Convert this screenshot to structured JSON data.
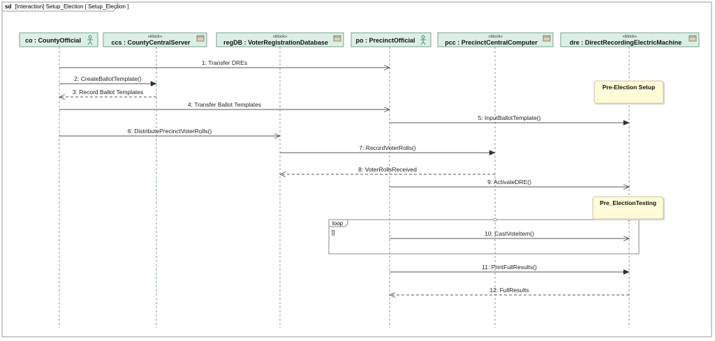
{
  "frame": {
    "keyword": "sd",
    "title": "[Interaction] Setup_Election [ Setup_Election ]"
  },
  "lifelines": [
    {
      "id": "co",
      "label": "co : CountyOfficial",
      "stereotype": "",
      "kind": "actor"
    },
    {
      "id": "ccs",
      "label": "ccs : CountyCentralServer",
      "stereotype": "«block»",
      "kind": "block"
    },
    {
      "id": "regdb",
      "label": "regDB : VoterRegistrationDatabase",
      "stereotype": "«block»",
      "kind": "block"
    },
    {
      "id": "po",
      "label": "po : PrecinctOfficial",
      "stereotype": "",
      "kind": "actor"
    },
    {
      "id": "pcc",
      "label": "pcc : PrecinctCentralComputer",
      "stereotype": "«block»",
      "kind": "block"
    },
    {
      "id": "dre",
      "label": "dre : DirectRecordingElectricMachine",
      "stereotype": "«block»",
      "kind": "block"
    }
  ],
  "messages": [
    {
      "label": "1: Transfer DREs",
      "from": "co",
      "to": "po",
      "kind": "async"
    },
    {
      "label": "2: CreateBallotTemplate()",
      "from": "co",
      "to": "ccs",
      "kind": "sync"
    },
    {
      "label": "3: Record Ballot Templates",
      "from": "ccs",
      "to": "co",
      "kind": "reply"
    },
    {
      "label": "4: Transfer Ballot Templates",
      "from": "co",
      "to": "po",
      "kind": "async"
    },
    {
      "label": "5: InputBallotTemplate()",
      "from": "po",
      "to": "dre",
      "kind": "sync"
    },
    {
      "label": "6: DistributePrecinctVoterRolls()",
      "from": "co",
      "to": "regdb",
      "kind": "async"
    },
    {
      "label": "7: RecordVoterRolls()",
      "from": "regdb",
      "to": "pcc",
      "kind": "sync"
    },
    {
      "label": "8: VoterRollsReceived",
      "from": "pcc",
      "to": "regdb",
      "kind": "reply"
    },
    {
      "label": "9: ActivateDRE()",
      "from": "po",
      "to": "dre",
      "kind": "async"
    },
    {
      "label": "10: CastVoteItem()",
      "from": "po",
      "to": "dre",
      "kind": "async"
    },
    {
      "label": "11: PrintFullResults()",
      "from": "po",
      "to": "dre",
      "kind": "sync"
    },
    {
      "label": "12: FullResults",
      "from": "dre",
      "to": "po",
      "kind": "reply"
    }
  ],
  "states": [
    {
      "label": "Pre-Election Setup",
      "on": "dre"
    },
    {
      "label": "Pre_ElectionTesting",
      "on": "dre"
    }
  ],
  "fragment": {
    "operator": "loop",
    "guard": "[]"
  },
  "colors": {
    "header_fill": "#dcefe6",
    "header_stroke": "#7aa08f",
    "state_fill": "#fffbd6",
    "state_stroke": "#b9b59a",
    "lifeline": "#7aa08f",
    "arrow": "#555555"
  }
}
